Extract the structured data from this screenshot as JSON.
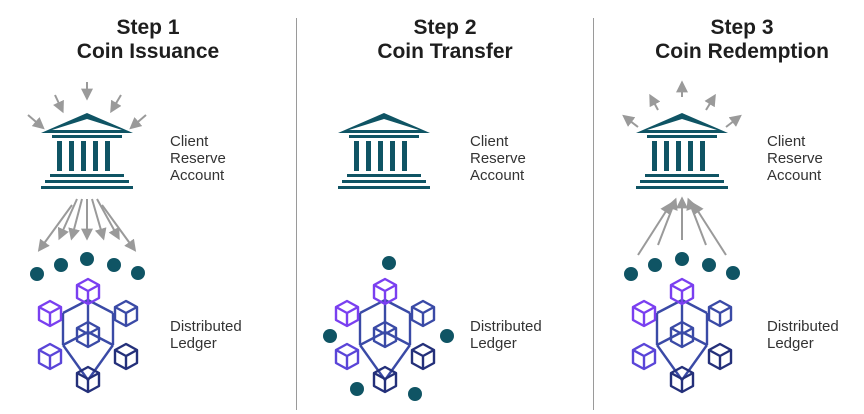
{
  "steps": [
    {
      "step": "Step 1",
      "title": "Coin Issuance",
      "reserve_label": [
        "Client",
        "Reserve",
        "Account"
      ],
      "ledger_label": [
        "Distributed",
        "Ledger"
      ]
    },
    {
      "step": "Step 2",
      "title": "Coin Transfer",
      "reserve_label": [
        "Client",
        "Reserve",
        "Account"
      ],
      "ledger_label": [
        "Distributed",
        "Ledger"
      ]
    },
    {
      "step": "Step 3",
      "title": "Coin Redemption",
      "reserve_label": [
        "Client",
        "Reserve",
        "Account"
      ],
      "ledger_label": [
        "Distributed",
        "Ledger"
      ]
    }
  ],
  "icons": {
    "bank": "bank-icon",
    "ledger": "blockchain-network-icon",
    "coin": "coin-dot-icon",
    "arrow": "flow-arrow-icon"
  },
  "colors": {
    "bank": "#0f5464",
    "coin": "#0f5464",
    "arrow": "#9a9a9a",
    "cube_purple": "#7a3ff0",
    "cube_blue": "#3a4aa6",
    "cube_navy": "#24307a",
    "divider": "#9a9a9a"
  }
}
